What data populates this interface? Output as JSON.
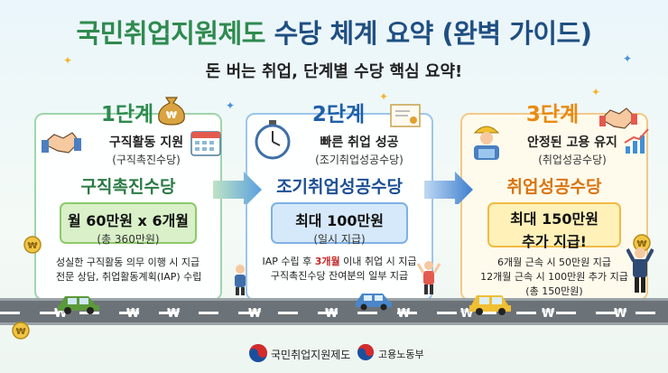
{
  "header": {
    "title_main": "국민취업지원제도",
    "title_rest": " 수당 체계 요약 (완벽 가이드)",
    "subtitle": "돈 버는 취업, 단계별 수당 핵심 요약!"
  },
  "steps": [
    {
      "step": "1단계",
      "title": "구직활동 지원",
      "sub": "(구직촉진수당)",
      "allowance": "구직촉진수당",
      "amount_main": "월 60만원 x 6개월",
      "amount_sub": "(총 360만원)",
      "note_line1": "성실한 구직활동 의무 이행 시 지급",
      "note_line2": "전문 상담, 취업활동계획(IAP) 수립"
    },
    {
      "step": "2단계",
      "title": "빠른 취업 성공",
      "sub": "(조기취업성공수당)",
      "allowance": "조기취업성공수당",
      "amount_main": "최대 100만원",
      "amount_sub": "(일시 지급)",
      "note_line1_pre": "IAP 수립 후 ",
      "note_line1_hl": "3개월",
      "note_line1_post": " 이내 취업 시 지급",
      "note_line2": "구직촉진수당 잔여분의 일부 지급"
    },
    {
      "step": "3단계",
      "title": "안정된 고용 유지",
      "sub": "(취업성공수당)",
      "allowance": "취업성공수당",
      "amount_main": "최대 150만원",
      "amount_sub": "추가 지급!",
      "note_line1": "6개월 근속 시 50만원 지급",
      "note_line2": "12개월 근속 시 100만원 추가 지급",
      "note_line3": "(총 150만원)"
    }
  ],
  "road_marks": [
    "₩",
    "₩",
    "₩",
    "₩",
    "₩",
    "₩",
    "₩",
    "₩",
    "₩"
  ],
  "footer": {
    "org1": "국민취업지원제도",
    "org2": "고용노동부"
  },
  "colors": {
    "title_blue": "#1f4f82",
    "title_green": "#2f8a4f",
    "step1": "#2e8b4e",
    "step2": "#1f5fa8",
    "step3": "#e98a12"
  }
}
